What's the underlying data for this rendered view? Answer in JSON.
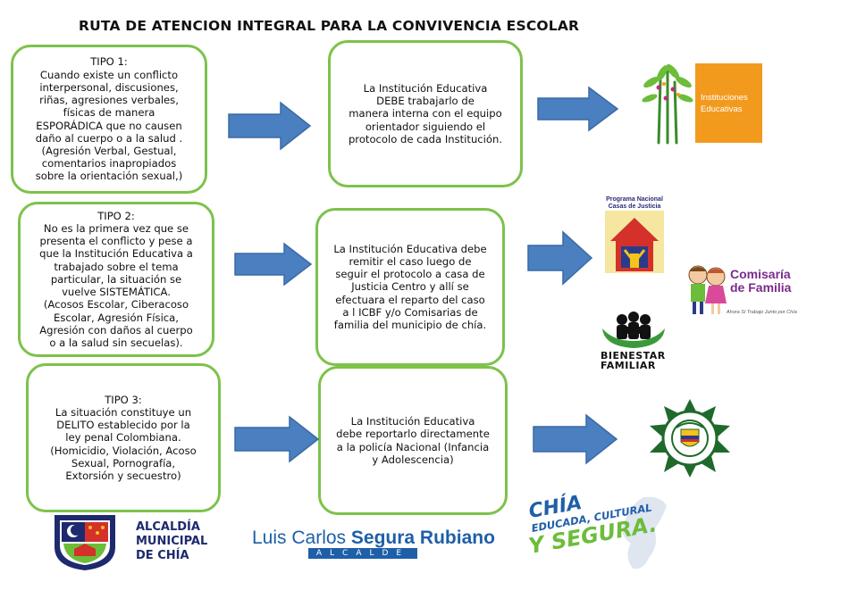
{
  "title": "RUTA DE ATENCION INTEGRAL PARA LA CONVIVENCIA ESCOLAR",
  "tipos": [
    {
      "heading": "TIPO 1:",
      "lines": [
        "Cuando existe un conflicto",
        "interpersonal, discusiones,",
        "riñas,  agresiones verbales,",
        "físicas de manera",
        "ESPORÁDICA que no causen",
        "daño al cuerpo o a la salud .",
        "(Agresión Verbal, Gestual,",
        "comentarios inapropiados",
        "sobre la orientación sexual,)"
      ]
    },
    {
      "heading": "TIPO 2:",
      "lines": [
        "No es la primera vez que se",
        "presenta el conflicto y pese a",
        "que la Institución Educativa a",
        "trabajado sobre el tema",
        "particular, la situación se",
        "vuelve SISTEMÁTICA.",
        "(Acosos Escolar, Ciberacoso",
        "Escolar,  Agresión Física,",
        "Agresión con daños al cuerpo",
        "o a la salud sin secuelas)."
      ]
    },
    {
      "heading": "TIPO 3:",
      "lines": [
        "La situación constituye un",
        "DELITO  establecido por la",
        "ley penal Colombiana.",
        "(Homicidio, Violación, Acoso",
        "Sexual, Pornografía,",
        "Extorsión y secuestro)"
      ]
    }
  ],
  "acciones": [
    [
      "La Institución Educativa",
      "DEBE trabajarlo de",
      "manera interna con el equipo",
      "orientador siguiendo el",
      "protocolo de cada Institución."
    ],
    [
      "La Institución Educativa debe",
      "remitir el caso luego de",
      "seguir el protocolo a casa de",
      "Justicia Centro y allí se",
      "efectuara el reparto del caso",
      "a l ICBF y/o  Comisarias de",
      "familia  del municipio de chía."
    ],
    [
      "La Institución Educativa",
      "debe reportarlo directamente",
      "a la policía  Nacional (Infancia",
      "y Adolescencia)"
    ]
  ],
  "logos": {
    "instituciones": [
      "Instituciones",
      "Educativas"
    ],
    "casas": [
      "Programa Nacional",
      "Casas de Justicia"
    ],
    "comisaria": [
      "Comisaría",
      "de Familia"
    ],
    "comisaria_sub": "Ahora Sí Trabajo Junto por Chía",
    "bienestar": [
      "BIENESTAR",
      "FAMILIAR"
    ],
    "alcaldia": [
      "ALCALDÍA",
      "MUNICIPAL",
      "DE CHÍA"
    ],
    "luis_first": "Luis Carlos ",
    "luis_last": "Segura Rubiano",
    "alcalde": "ALCALDE",
    "chia": [
      "CHÍA",
      "EDUCADA, CULTURAL",
      "Y SEGURA."
    ]
  },
  "colors": {
    "box_border": "#7dc24b",
    "arrow_fill": "#4a7fc0",
    "orange": "#f29a1e",
    "navy": "#1e2a6e",
    "blue": "#1e5fa8"
  }
}
